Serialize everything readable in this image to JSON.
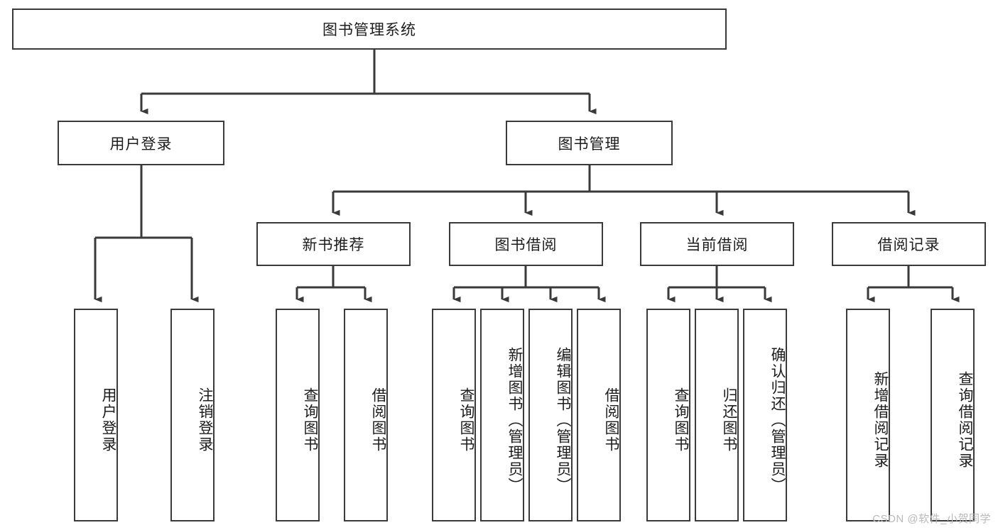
{
  "diagram": {
    "title": "图书管理系统",
    "type": "tree-hierarchy",
    "root": {
      "label": "图书管理系统"
    },
    "level2": [
      {
        "label": "用户登录"
      },
      {
        "label": "图书管理"
      }
    ],
    "level3": [
      {
        "label": "新书推荐"
      },
      {
        "label": "图书借阅"
      },
      {
        "label": "当前借阅"
      },
      {
        "label": "借阅记录"
      }
    ],
    "leaves": {
      "user_login": [
        {
          "label": "用户登录"
        },
        {
          "label": "注销登录"
        }
      ],
      "new_book_recommend": [
        {
          "label": "查询图书"
        },
        {
          "label": "借阅图书"
        }
      ],
      "book_borrow": [
        {
          "label": "查询图书"
        },
        {
          "label": "新增图书（管理员）"
        },
        {
          "label": "编辑图书（管理员）"
        },
        {
          "label": "借阅图书"
        }
      ],
      "current_borrow": [
        {
          "label": "查询图书"
        },
        {
          "label": "归还图书"
        },
        {
          "label": "确认归还（管理员）"
        }
      ],
      "borrow_record": [
        {
          "label": "新增借阅记录"
        },
        {
          "label": "查询借阅记录"
        }
      ]
    }
  },
  "watermark": {
    "text": "CSDN @软件_小贺同学"
  },
  "colors": {
    "stroke": "#3a3a3a",
    "text": "#1c1c1c",
    "background": "#ffffff",
    "watermark": "#b9b9b9"
  }
}
